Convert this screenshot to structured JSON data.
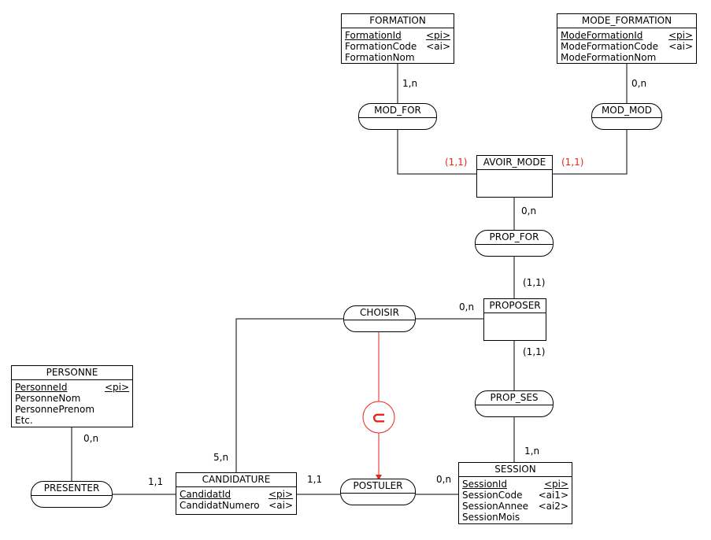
{
  "colors": {
    "line": "#000000",
    "inclusion": "#e8261c",
    "card_red": "#e8261c"
  },
  "entities": {
    "formation": {
      "title": "FORMATION",
      "attrs": [
        {
          "name": "FormationId",
          "tag": "<pi>"
        },
        {
          "name": "FormationCode",
          "tag": "<ai>"
        },
        {
          "name": "FormationNom",
          "tag": ""
        }
      ]
    },
    "mode_formation": {
      "title": "MODE_FORMATION",
      "attrs": [
        {
          "name": "ModeFormationId",
          "tag": "<pi>"
        },
        {
          "name": "ModeFormationCode",
          "tag": "<ai>"
        },
        {
          "name": "ModeFormationNom",
          "tag": ""
        }
      ]
    },
    "avoir_mode": {
      "title": "AVOIR_MODE"
    },
    "proposer": {
      "title": "PROPOSER"
    },
    "personne": {
      "title": "PERSONNE",
      "attrs": [
        {
          "name": "PersonneId",
          "tag": "<pi>"
        },
        {
          "name": "PersonneNom",
          "tag": ""
        },
        {
          "name": "PersonnePrenom",
          "tag": ""
        },
        {
          "name": "Etc.",
          "tag": ""
        }
      ]
    },
    "candidature": {
      "title": "CANDIDATURE",
      "attrs": [
        {
          "name": "CandidatId",
          "tag": "<pi>"
        },
        {
          "name": "CandidatNumero",
          "tag": "<ai>"
        }
      ]
    },
    "session": {
      "title": "SESSION",
      "attrs": [
        {
          "name": "SessionId",
          "tag": "<pi>"
        },
        {
          "name": "SessionCode",
          "tag": "<ai1>"
        },
        {
          "name": "SessionAnnee",
          "tag": "<ai2>"
        },
        {
          "name": "SessionMois",
          "tag": ""
        }
      ]
    }
  },
  "associations": {
    "mod_for": "MOD_FOR",
    "mod_mod": "MOD_MOD",
    "prop_for": "PROP_FOR",
    "choisir": "CHOISIR",
    "prop_ses": "PROP_SES",
    "presenter": "PRESENTER",
    "postuler": "POSTULER"
  },
  "cardinalities": {
    "formation_mod_for": "1,n",
    "mode_mod_mod": "0,n",
    "avoir_mode_mod_for": "(1,1)",
    "avoir_mode_mod_mod": "(1,1)",
    "avoir_mode_prop_for": "0,n",
    "proposer_prop_for": "(1,1)",
    "proposer_choisir": "0,n",
    "proposer_prop_ses": "(1,1)",
    "personne_presenter": "0,n",
    "candidature_choisir": "5,n",
    "candidature_presenter": "1,1",
    "candidature_postuler": "1,1",
    "session_prop_ses": "1,n",
    "session_postuler": "0,n"
  },
  "inclusion_symbol": "⊂"
}
